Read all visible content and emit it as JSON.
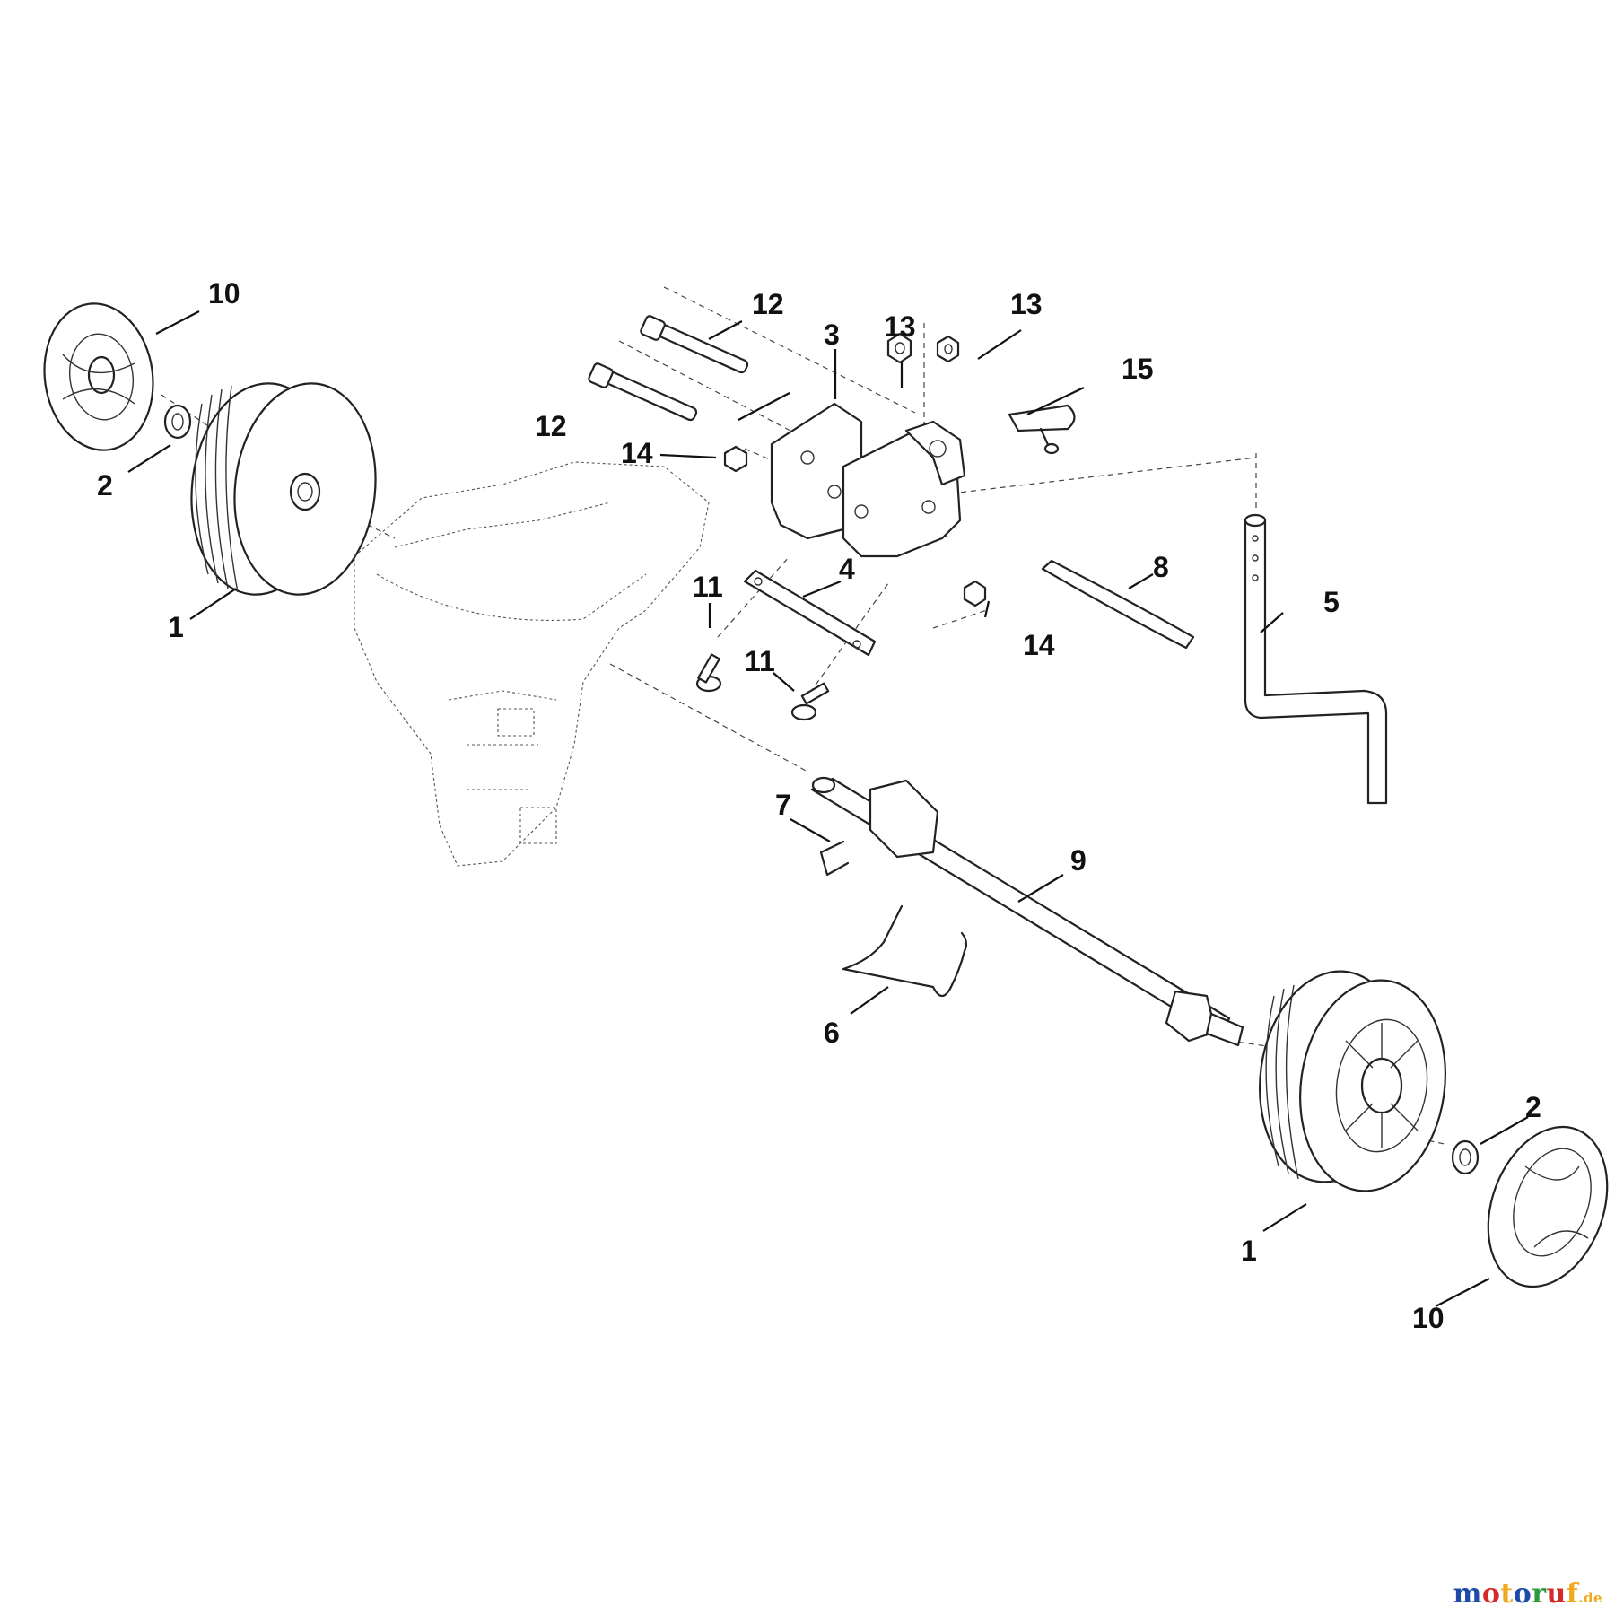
{
  "diagram": {
    "callouts": [
      {
        "id": "c1a",
        "label": "1"
      },
      {
        "id": "c1b",
        "label": "1"
      },
      {
        "id": "c2a",
        "label": "2"
      },
      {
        "id": "c2b",
        "label": "2"
      },
      {
        "id": "c3",
        "label": "3"
      },
      {
        "id": "c4",
        "label": "4"
      },
      {
        "id": "c5",
        "label": "5"
      },
      {
        "id": "c6",
        "label": "6"
      },
      {
        "id": "c7",
        "label": "7"
      },
      {
        "id": "c8",
        "label": "8"
      },
      {
        "id": "c9",
        "label": "9"
      },
      {
        "id": "c10a",
        "label": "10"
      },
      {
        "id": "c10b",
        "label": "10"
      },
      {
        "id": "c11a",
        "label": "11"
      },
      {
        "id": "c11b",
        "label": "11"
      },
      {
        "id": "c12a",
        "label": "12"
      },
      {
        "id": "c12b",
        "label": "12"
      },
      {
        "id": "c13a",
        "label": "13"
      },
      {
        "id": "c13b",
        "label": "13"
      },
      {
        "id": "c14a",
        "label": "14"
      },
      {
        "id": "c14b",
        "label": "14"
      },
      {
        "id": "c15",
        "label": "15"
      }
    ]
  },
  "brand": {
    "letters": [
      "m",
      "o",
      "t",
      "o",
      "r",
      "u",
      "f"
    ],
    "colors": [
      "#1f4aa8",
      "#d42a2a",
      "#f0a81c",
      "#1f4aa8",
      "#2a9a3c",
      "#d42a2a",
      "#f0a81c"
    ],
    "tld": ".de"
  }
}
